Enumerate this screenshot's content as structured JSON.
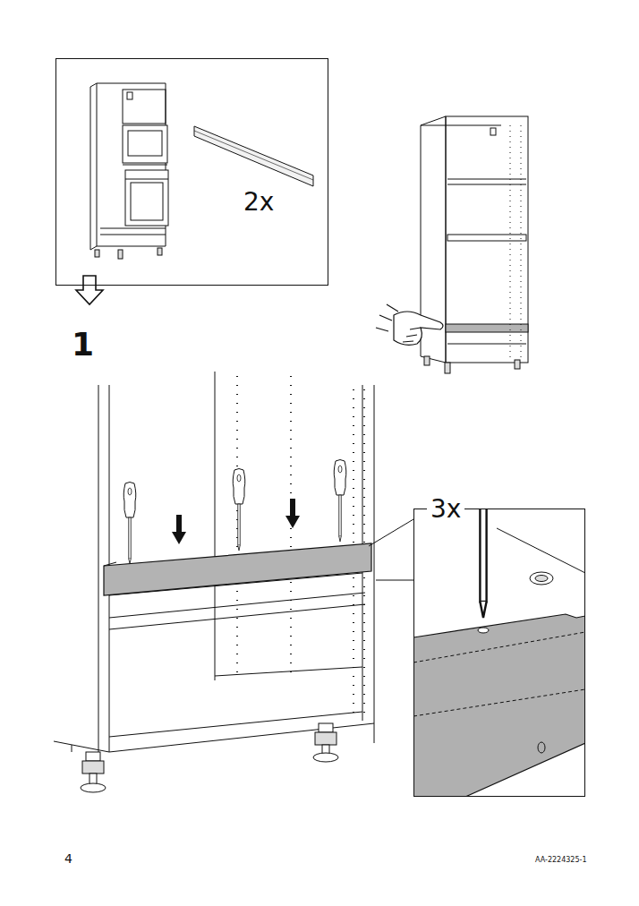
{
  "diagram": {
    "nodes": [
      {
        "text": [
          "2x"
        ]
      },
      {
        "text": [
          "3x"
        ]
      }
    ],
    "labels": [
      "1",
      "4",
      "AA-2224325-1"
    ]
  }
}
